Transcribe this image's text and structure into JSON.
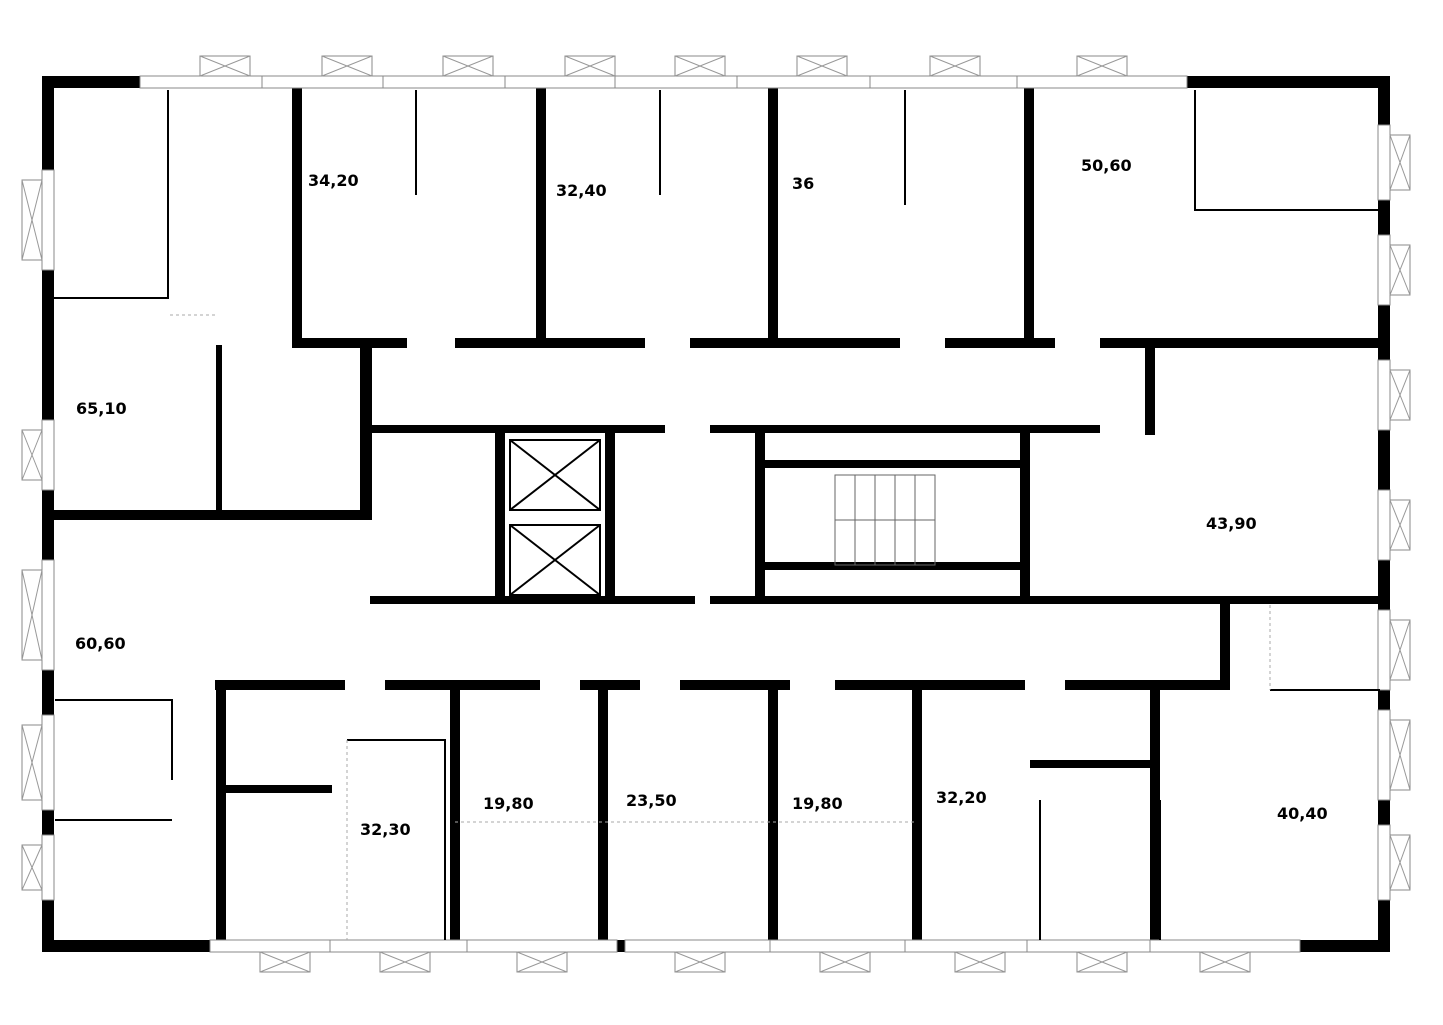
{
  "plan": {
    "apartments": [
      {
        "area": "34,20"
      },
      {
        "area": "32,40"
      },
      {
        "area": "36"
      },
      {
        "area": "50,60"
      },
      {
        "area": "65,10"
      },
      {
        "area": "43,90"
      },
      {
        "area": "60,60"
      },
      {
        "area": "32,30"
      },
      {
        "area": "19,80"
      },
      {
        "area": "23,50"
      },
      {
        "area": "19,80"
      },
      {
        "area": "32,20"
      },
      {
        "area": "40,40"
      }
    ],
    "colors": {
      "walls": "#000000",
      "background": "#ffffff",
      "fixtures": "#555555"
    }
  }
}
